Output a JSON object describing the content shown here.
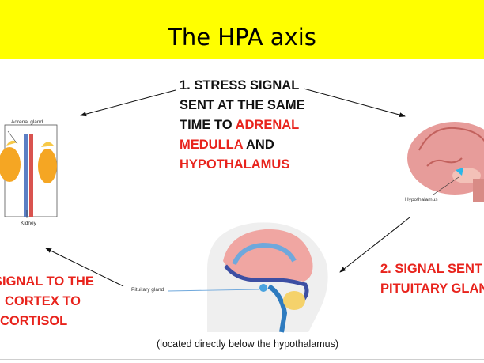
{
  "slide": {
    "title": "The HPA axis",
    "step1": {
      "line1": "1. STRESS SIGNAL",
      "line2": "SENT AT THE SAME",
      "line3_plain": "TIME TO ",
      "line3_red": "ADRENAL",
      "line4_red": "MEDULLA",
      "line4_plain": " AND",
      "line5_red": "HYPOTHALAMUS"
    },
    "step2": {
      "line1": "2. SIGNAL SENT",
      "line2": "PITUITARY GLAN"
    },
    "step3": {
      "line1": "SIGNAL TO THE",
      "line2": "CORTEX TO",
      "line3": "CORTISOL"
    },
    "note": "(located directly below the hypothalamus)",
    "labels": {
      "adrenal_gland": "Adrenal gland",
      "kidney": "Kidney",
      "hypothalamus": "Hypothalamus",
      "pituitary_gland": "Pituitary gland"
    },
    "colors": {
      "banner": "#ffff00",
      "accent_red": "#e8231c"
    }
  }
}
